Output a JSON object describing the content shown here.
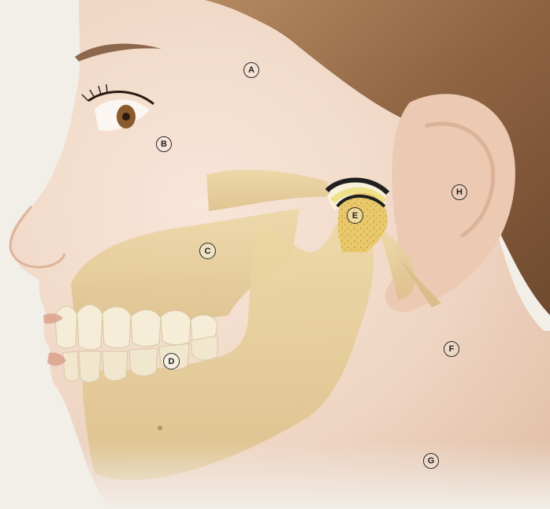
{
  "markers": [
    {
      "id": "A",
      "label": "A"
    },
    {
      "id": "B",
      "label": "B"
    },
    {
      "id": "C",
      "label": "C"
    },
    {
      "id": "D",
      "label": "D"
    },
    {
      "id": "E",
      "label": "E"
    },
    {
      "id": "F",
      "label": "F"
    },
    {
      "id": "G",
      "label": "G"
    },
    {
      "id": "H",
      "label": "H"
    }
  ],
  "colors": {
    "background": "#f2eee8",
    "skin": "#f1dccd",
    "hair": "#9a6c49",
    "bone": "#e6cf96",
    "teeth": "#f5edd8",
    "cartilage": "#efe08a",
    "marker_stroke": "#2a2a2a"
  }
}
